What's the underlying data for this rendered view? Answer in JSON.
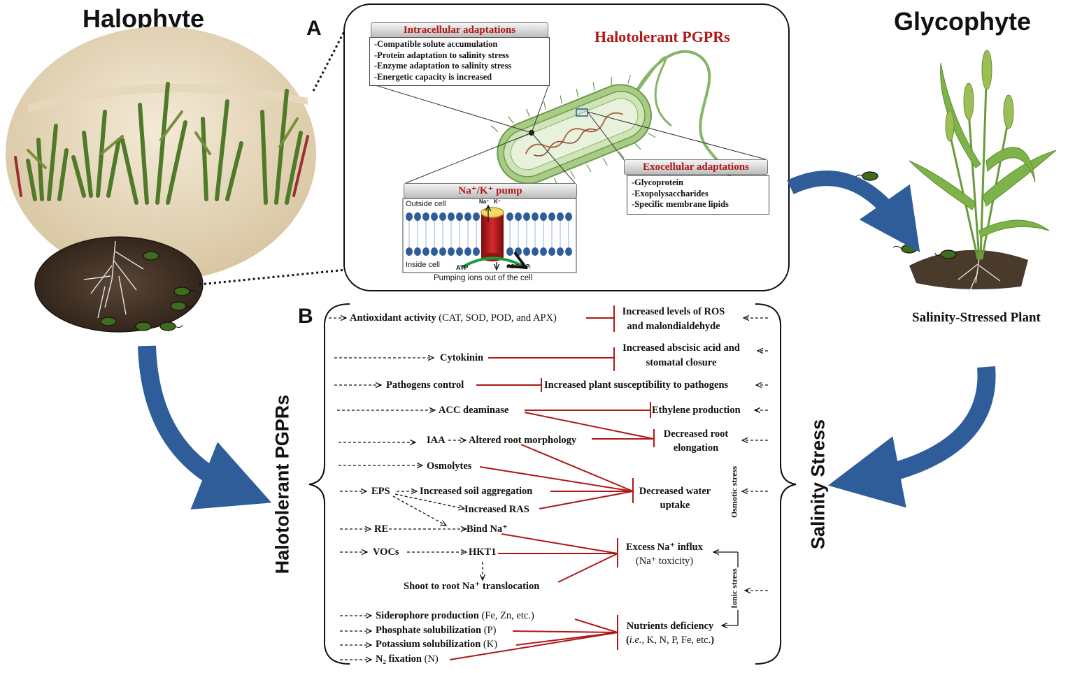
{
  "titles": {
    "left": "Halophyte",
    "right": "Glycophyte",
    "right_caption": "Salinity-Stressed Plant",
    "panel_a": "A",
    "panel_b": "B",
    "vertical_left": "Halotolerant PGPRs",
    "vertical_right": "Salinity Stress"
  },
  "panel_a": {
    "title": "Halotolerant PGPRs",
    "intracellular": {
      "header": "Intracellular adaptations",
      "items": [
        "-Compatible solute accumulation",
        "-Protein adaptation  to salinity stress",
        "-Enzyme adaptation  to salinity stress",
        "-Energetic capacity is increased"
      ]
    },
    "exocellular": {
      "header": "Exocellular adaptations",
      "items": [
        "-Glycoprotein",
        "-Exopolysaccharides",
        "-Specific membrane lipids"
      ]
    },
    "pump": {
      "header": "Na⁺/K⁺ pump",
      "outside": "Outside cell",
      "inside": "Inside cell",
      "na": "Na⁺",
      "k": "K⁺",
      "atp": "ATP",
      "adp": "ADP & Pᵢ",
      "caption": "Pumping ions out of the cell"
    }
  },
  "panel_b": {
    "mechanisms": {
      "antioxidant_bold": "Antioxidant activity",
      "antioxidant_normal": "(CAT, SOD, POD, and APX)",
      "cytokinin": "Cytokinin",
      "pathogens": "Pathogens control",
      "acc": "ACC deaminase",
      "iaa": "IAA",
      "altered_root": "Altered root morphology",
      "osmolytes": "Osmolytes",
      "eps": "EPS",
      "soil_agg": "Increased  soil aggregation",
      "ras": "Increased RAS",
      "re": "RE",
      "bind_na": "Bind Na⁺",
      "vocs": "VOCs",
      "hkt1": "HKT1",
      "shoot_root": "Shoot to root Na⁺ translocation",
      "siderophore_bold": "Siderophore production",
      "siderophore_normal": "(Fe, Zn, etc.)",
      "phosphate_bold": "Phosphate solubilization",
      "phosphate_normal": "(P)",
      "potassium_bold": "Potassium solubilization",
      "potassium_normal": "(K)",
      "n2_bold": "N₂ fixation",
      "n2_normal": "(N)"
    },
    "effects": {
      "ros_1": "Increased levels of ROS",
      "ros_2": "and malondialdehyde",
      "aba_1": "Increased abscisic acid and",
      "aba_2": "stomatal closure",
      "susceptibility": "Increased plant susceptibility to pathogens",
      "ethylene": "Ethylene production",
      "root_1": "Decreased root",
      "root_2": "elongation",
      "water_1": "Decreased water",
      "water_2": "uptake",
      "na_1": "Excess Na⁺ influx",
      "na_2": "(Na⁺ toxicity)",
      "nutr_1": "Nutrients deficiency",
      "nutr_2a": "i.e.,",
      "nutr_2b": "K, N, P, Fe, etc.",
      "osmotic": "Osmotic stress",
      "ionic": "Ionic stress"
    }
  },
  "colors": {
    "inhibit_red": "#b01818",
    "arrow_blue": "#2f5d9a",
    "bacteria_green": "#3f6b1f"
  }
}
